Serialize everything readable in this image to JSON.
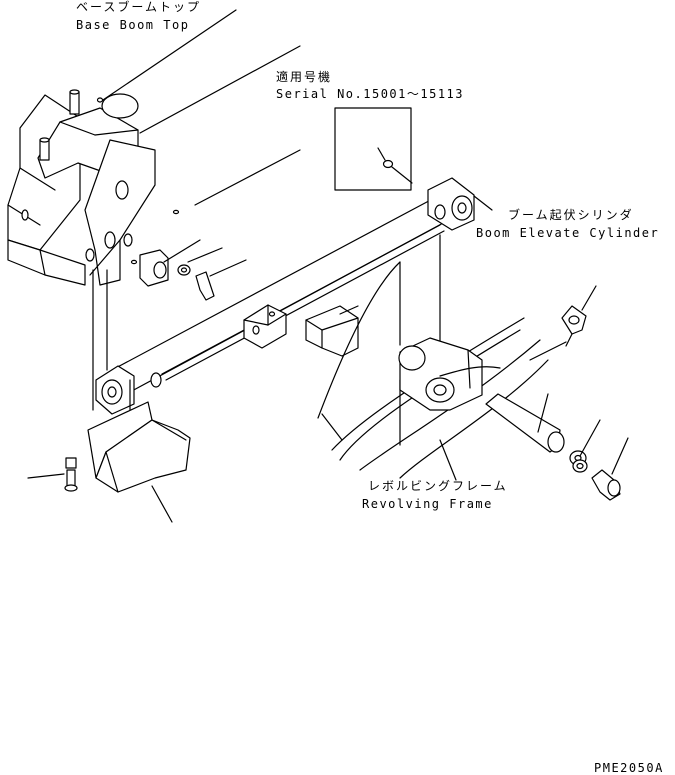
{
  "labels": {
    "base_boom_top_jp": "ベースブームトップ",
    "base_boom_top_en": "Base Boom Top",
    "serial_jp": "適用号機",
    "serial_en": "Serial No.15001～15113",
    "boom_cylinder_jp": "ブーム起伏シリンダ",
    "boom_cylinder_en": "Boom Elevate Cylinder",
    "revolving_frame_jp": "レボルビングフレーム",
    "revolving_frame_en": "Revolving Frame",
    "drawing_code": "PME2050A"
  }
}
